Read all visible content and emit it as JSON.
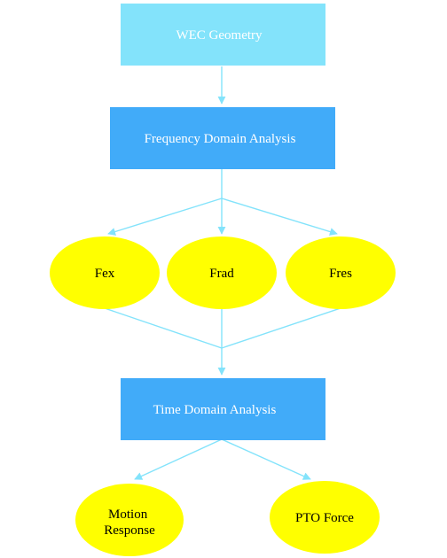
{
  "colors": {
    "geometry_box": "#83E3FB",
    "analysis_box": "#41ABF9",
    "force_ellipse": "#FFFF00",
    "edge": "#83E3FB",
    "background": "#FFFFFF"
  },
  "nodes": {
    "wec_geometry": {
      "label": "WEC Geometry"
    },
    "frequency_domain": {
      "label": "Frequency Domain Analysis"
    },
    "fex": {
      "label": "Fex"
    },
    "frad": {
      "label": "Frad"
    },
    "fres": {
      "label": "Fres"
    },
    "time_domain": {
      "label": "Time Domain Analysis"
    },
    "motion_response": {
      "label_line1": "Motion",
      "label_line2": "Response"
    },
    "pto_force": {
      "label": "PTO Force"
    }
  },
  "edges": [
    {
      "from": "WEC Geometry",
      "to": "Frequency Domain Analysis"
    },
    {
      "from": "Frequency Domain Analysis",
      "to": "Fex"
    },
    {
      "from": "Frequency Domain Analysis",
      "to": "Frad"
    },
    {
      "from": "Frequency Domain Analysis",
      "to": "Fres"
    },
    {
      "from": "Fex",
      "to": "Time Domain Analysis"
    },
    {
      "from": "Frad",
      "to": "Time Domain Analysis"
    },
    {
      "from": "Fres",
      "to": "Time Domain Analysis"
    },
    {
      "from": "Time Domain Analysis",
      "to": "Motion Response"
    },
    {
      "from": "Time Domain Analysis",
      "to": "PTO Force"
    }
  ]
}
